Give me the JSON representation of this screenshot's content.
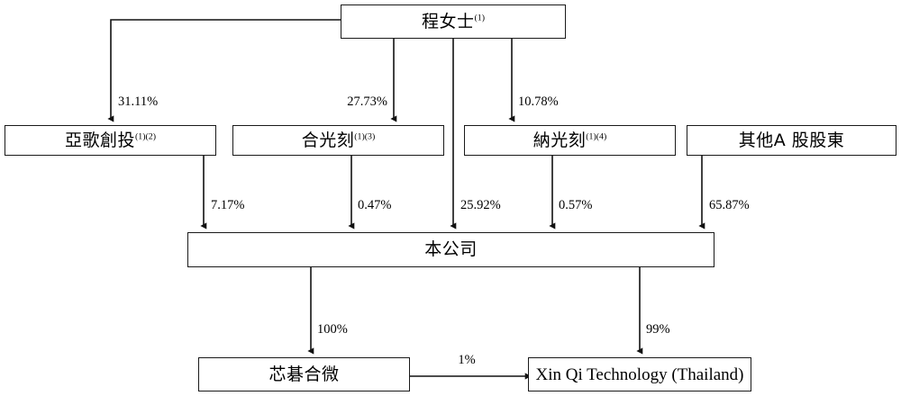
{
  "diagram": {
    "type": "org-structure-chart",
    "title": "",
    "line_color": "#1a1a1a",
    "box_fill": "#ffffff",
    "text_color": "#000000"
  },
  "nodes": {
    "top_shareholder": {
      "name": "程女士",
      "superscript": "(1)",
      "script": "cjk"
    },
    "tier2": [
      {
        "name": "亞歌創投",
        "superscript": "(1)(2)",
        "script": "cjk"
      },
      {
        "name": "合光刻",
        "superscript": "(1)(3)",
        "script": "cjk"
      },
      {
        "name": "納光刻",
        "superscript": "(1)(4)",
        "script": "cjk"
      },
      {
        "name": "其他A 股股東",
        "superscript": "",
        "script": "cjk"
      }
    ],
    "company": {
      "name": "本公司",
      "superscript": "",
      "script": "cjk"
    },
    "tier4": [
      {
        "name": "芯碁合微",
        "superscript": "",
        "script": "cjk"
      },
      {
        "name": "Xin Qi Technology (Thailand)",
        "superscript": "",
        "script": "latin"
      }
    ]
  },
  "edges": {
    "top_to_tier2": [
      {
        "from": "程女士",
        "to": "亞歌創投",
        "percent": "31.11%"
      },
      {
        "from": "程女士",
        "to": "合光刻",
        "percent": "27.73%"
      },
      {
        "from": "程女士",
        "to": "納光刻",
        "percent": "10.78%"
      }
    ],
    "to_company": [
      {
        "from": "亞歌創投",
        "to": "本公司",
        "percent": "7.17%"
      },
      {
        "from": "合光刻",
        "to": "本公司",
        "percent": "0.47%"
      },
      {
        "from": "程女士",
        "to": "本公司",
        "percent": "25.92%"
      },
      {
        "from": "納光刻",
        "to": "本公司",
        "percent": "0.57%"
      },
      {
        "from": "其他A 股股東",
        "to": "本公司",
        "percent": "65.87%"
      }
    ],
    "from_company": [
      {
        "from": "本公司",
        "to": "芯碁合微",
        "percent": "100%"
      },
      {
        "from": "本公司",
        "to": "Xin Qi Technology (Thailand)",
        "percent": "99%"
      }
    ],
    "lateral": [
      {
        "from": "芯碁合微",
        "to": "Xin Qi Technology (Thailand)",
        "percent": "1%"
      }
    ]
  }
}
